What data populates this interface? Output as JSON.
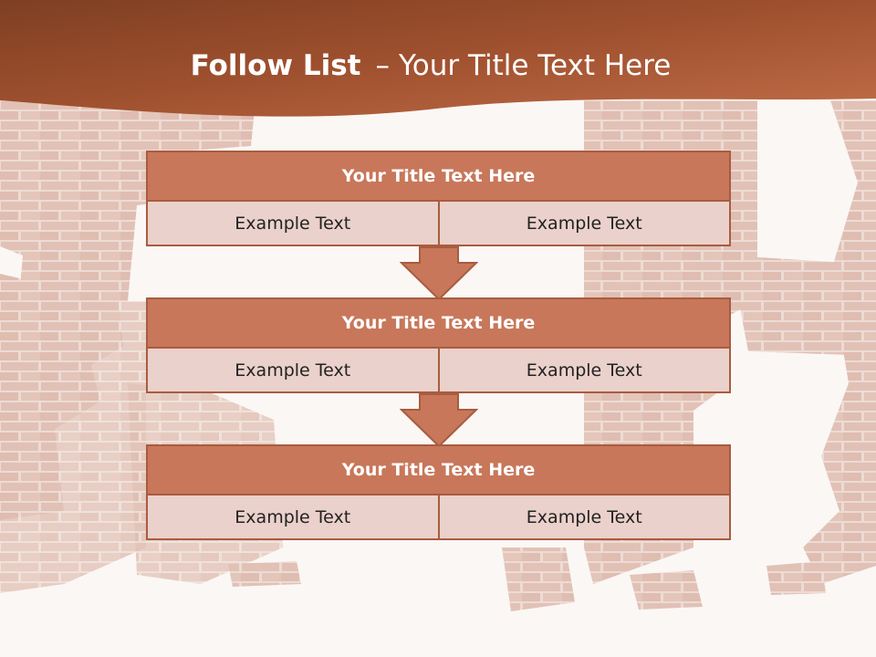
{
  "slide": {
    "title_bold": "Follow List",
    "title_separator": "–",
    "title_rest": "Your Title Text Here"
  },
  "colors": {
    "header": "#a8553a",
    "block_title": "#c8775a",
    "block_cell": "#ebd1cb",
    "border": "#a85c3f",
    "background": "#fbf7f5"
  },
  "blocks": [
    {
      "title": "Your Title Text Here",
      "cells": [
        "Example Text",
        "Example Text"
      ]
    },
    {
      "title": "Your Title Text Here",
      "cells": [
        "Example Text",
        "Example Text"
      ]
    },
    {
      "title": "Your Title Text Here",
      "cells": [
        "Example Text",
        "Example Text"
      ]
    }
  ]
}
